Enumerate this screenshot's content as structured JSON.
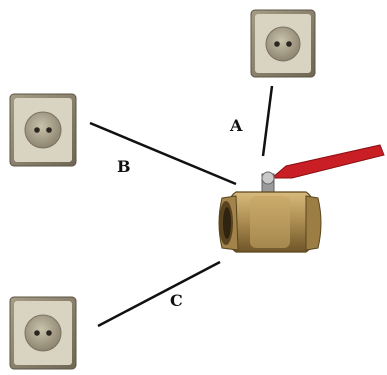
{
  "labels": {
    "a": "A",
    "b": "B",
    "c": "C"
  },
  "colors": {
    "background": "#ffffff",
    "socket_frame": "#8e8570",
    "socket_frame_dark": "#5c5445",
    "socket_face": "#d9d3c2",
    "socket_well": "#a79f89",
    "valve_brass": "#b09055",
    "valve_brass_dark": "#6e5528",
    "handle_red": "#c81e24",
    "line": "#111111"
  },
  "icons": {
    "socket": "electrical-socket-icon",
    "valve": "brass-ball-valve-icon"
  }
}
